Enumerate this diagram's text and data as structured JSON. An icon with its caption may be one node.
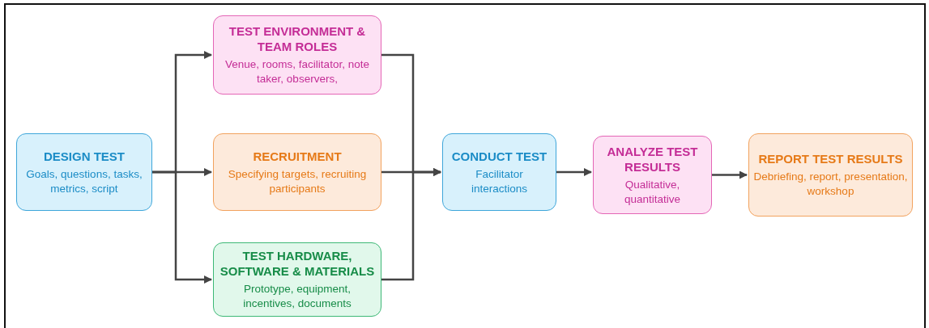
{
  "diagram": {
    "nodes": [
      {
        "text": [
          "DESIGN TEST",
          "Goals, questions, tasks, metrics, script"
        ]
      },
      {
        "text": [
          "TEST ENVIRONMENT & TEAM ROLES",
          "Venue, rooms, facilitator, note taker, observers,"
        ]
      },
      {
        "text": [
          "RECRUITMENT",
          "Specifying targets, recruiting participants"
        ]
      },
      {
        "text": [
          "TEST HARDWARE, SOFTWARE & MATERIALS",
          "Prototype, equipment, incentives, documents"
        ]
      },
      {
        "text": [
          "CONDUCT TEST",
          "Facilitator interactions"
        ]
      },
      {
        "text": [
          "ANALYZE TEST RESULTS",
          "Qualitative, quantitative"
        ]
      },
      {
        "text": [
          "REPORT TEST RESULTS",
          "Debriefing, report, presentation, workshop"
        ]
      }
    ],
    "edges": [
      {
        "from": 0,
        "to": 1,
        "arrow": "to"
      },
      {
        "from": 0,
        "to": 2,
        "arrow": "to"
      },
      {
        "from": 0,
        "to": 3,
        "arrow": "to"
      },
      {
        "from": 1,
        "to": 4,
        "arrow": "to"
      },
      {
        "from": 2,
        "to": 4,
        "arrow": "to"
      },
      {
        "from": 3,
        "to": 4,
        "arrow": "to"
      },
      {
        "from": 4,
        "to": 5,
        "arrow": "to"
      },
      {
        "from": 5,
        "to": 6,
        "arrow": "to"
      }
    ]
  }
}
